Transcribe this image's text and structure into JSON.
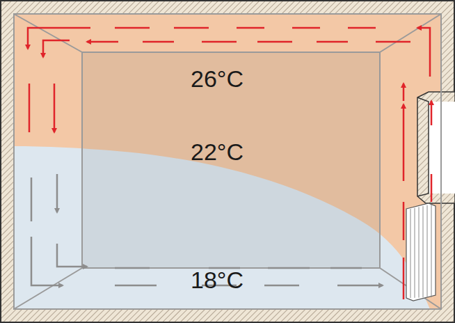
{
  "diagram": {
    "labels": [
      "26°C",
      "22°C",
      "18°C"
    ]
  }
}
